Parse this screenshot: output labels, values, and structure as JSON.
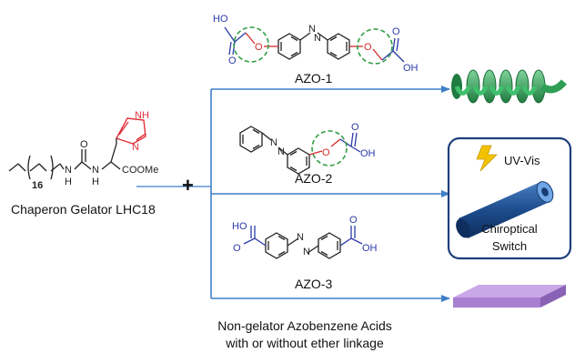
{
  "gelator": {
    "name": "Chaperon Gelator LHC18",
    "subscript": "16",
    "atoms": {
      "n": "N",
      "h": "H",
      "o": "O",
      "nh": "NH",
      "ester": "COOMe"
    }
  },
  "plus": "+",
  "acids": [
    {
      "label": "AZO-1",
      "atoms": {
        "ho": "HO",
        "o": "O",
        "oh": "OH",
        "n": "N"
      }
    },
    {
      "label": "AZO-2",
      "atoms": {
        "o": "O",
        "oh": "OH",
        "n": "N"
      }
    },
    {
      "label": "AZO-3",
      "atoms": {
        "ho": "HO",
        "o": "O",
        "oh": "OH",
        "n": "N"
      }
    }
  ],
  "switch_box": {
    "stimulus": "UV-Vis",
    "line1": "Chiroptical",
    "line2": "Switch"
  },
  "footer": {
    "line1": "Non-gelator Azobenzene Acids",
    "line2": "with or without ether linkage"
  },
  "colors": {
    "arrow": "#3f7fc9",
    "acid_group": "#2a3aa8",
    "ether_oxygen": "#d42a2a",
    "imidazole": "#e0303a",
    "highlight_circle": "#2f9e44",
    "helix": "#2e9e55",
    "tube": "#1f4f8f",
    "sheet": "#a77fd0",
    "bolt": "#f2c200"
  }
}
